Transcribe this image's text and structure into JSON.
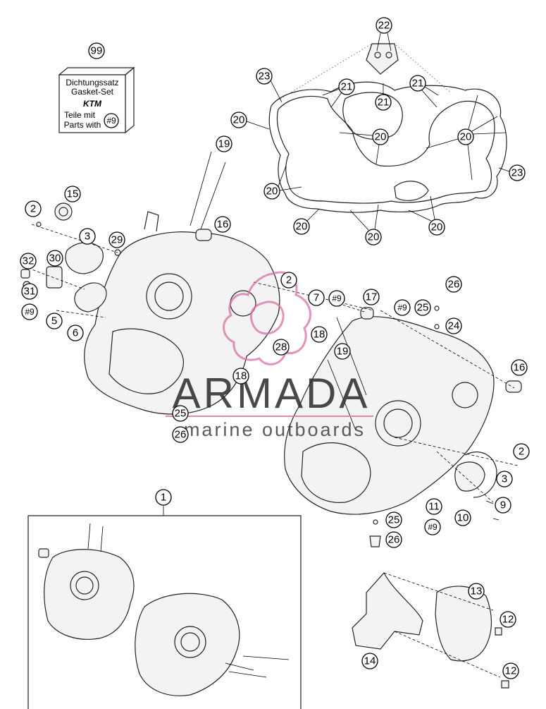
{
  "kit_box": {
    "line1": "Dichtungssatz",
    "line2": "Gasket-Set",
    "line3": "Teile mit",
    "line4": "Parts with",
    "logo": "KTM",
    "ref": "#9",
    "number": "99"
  },
  "watermark": {
    "title": "ARMADA",
    "subtitle": "marine outboards",
    "accent_color": "#d86fa5"
  },
  "callouts": {
    "c1": "1",
    "c2a": "2",
    "c2b": "2",
    "c2c": "2",
    "c3a": "3",
    "c3b": "3",
    "c5": "5",
    "c6": "6",
    "c7": "7",
    "c9": "9",
    "c10": "10",
    "c11": "11",
    "c12a": "12",
    "c12b": "12",
    "c13": "13",
    "c14": "14",
    "c15": "15",
    "c16a": "16",
    "c16b": "16",
    "c17": "17",
    "c18a": "18",
    "c18b": "18",
    "c19a": "19",
    "c19b": "19",
    "c20a": "20",
    "c20b": "20",
    "c20c": "20",
    "c20d": "20",
    "c20e": "20",
    "c20f": "20",
    "c20g": "20",
    "c21a": "21",
    "c21b": "21",
    "c21c": "21",
    "c22": "22",
    "c23a": "23",
    "c23b": "23",
    "c24": "24",
    "c25a": "25",
    "c25b": "25",
    "c25c": "25",
    "c26a": "26",
    "c26b": "26",
    "c26c": "26",
    "c28": "28",
    "c29": "29",
    "c30": "30",
    "c31": "31",
    "c32": "32",
    "r9a": "#9",
    "r9b": "#9",
    "r9c": "#9",
    "r9d": "#9"
  }
}
